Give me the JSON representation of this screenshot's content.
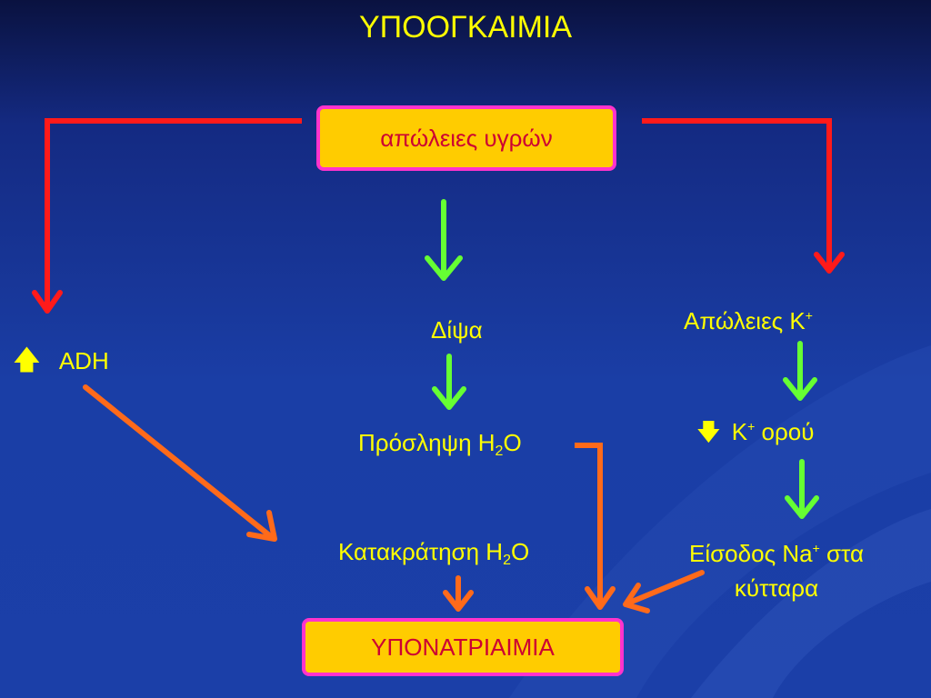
{
  "title": "ΥΠΟΟΓΚΑΙΜΙΑ",
  "boxes": {
    "top": "απώλειες υγρών",
    "bottom": "ΥΠΟΝΑΤΡΙΑΙΜΙΑ"
  },
  "nodes": {
    "adh": {
      "arrow": "🡅",
      "text": "ADH"
    },
    "thirst": "Δίψα",
    "intake": {
      "text": "Πρόσληψη H",
      "sub": "2",
      "tail": "O"
    },
    "retention": {
      "text": "Κατακράτηση H",
      "sub": "2",
      "tail": "O"
    },
    "k_loss": {
      "text": "Απώλειες K",
      "sup": "+"
    },
    "serum_k": {
      "arrow": "🡇",
      "text": "K",
      "sup": "+",
      "tail": " ορού"
    },
    "na_entry": {
      "line1": "Είσοδος Na",
      "sup": "+",
      "line1_tail": " στα",
      "line2": "κύτταρα"
    }
  },
  "colors": {
    "text": "#ffff00",
    "box_fill": "#ffcc00",
    "box_border": "#ff33cc",
    "box_text": "#cc0033",
    "red_arrow": "#ff1a1a",
    "green_arrow": "#66ff33",
    "orange_arrow": "#ff6a1a"
  }
}
